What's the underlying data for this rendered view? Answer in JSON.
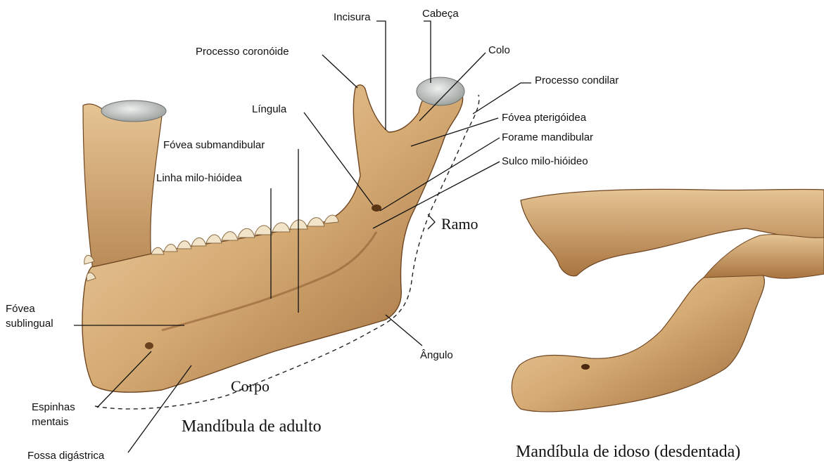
{
  "labels": {
    "incisura": "Incisura",
    "cabeca": "Cabeça",
    "processo_coronoide": "Processo coronóide",
    "colo": "Colo",
    "processo_condilar": "Processo condilar",
    "lingula": "Língula",
    "fovea_pterigoidea": "Fóvea pterigóidea",
    "forame_mandibular": "Forame mandibular",
    "fovea_submandibular": "Fóvea submandibular",
    "sulco_milo_hioideo": "Sulco milo-hióideo",
    "linha_milo_hioidea": "Linha milo-hióidea",
    "ramo": "Ramo",
    "fovea_sublingual_1": "Fóvea",
    "fovea_sublingual_2": "sublingual",
    "angulo": "Ângulo",
    "corpo": "Corpo",
    "espinhas_mentais_1": "Espinhas",
    "espinhas_mentais_2": "mentais",
    "fossa_digastrica": "Fossa digástrica"
  },
  "captions": {
    "adult": "Mandíbula de adulto",
    "elderly": "Mandíbula de idoso (desdentada)"
  },
  "colors": {
    "bone_light": "#e8c89a",
    "bone_mid": "#c99a62",
    "bone_dark": "#8a5a2e",
    "cartilage": "#cfd4d2",
    "line": "#111111"
  }
}
